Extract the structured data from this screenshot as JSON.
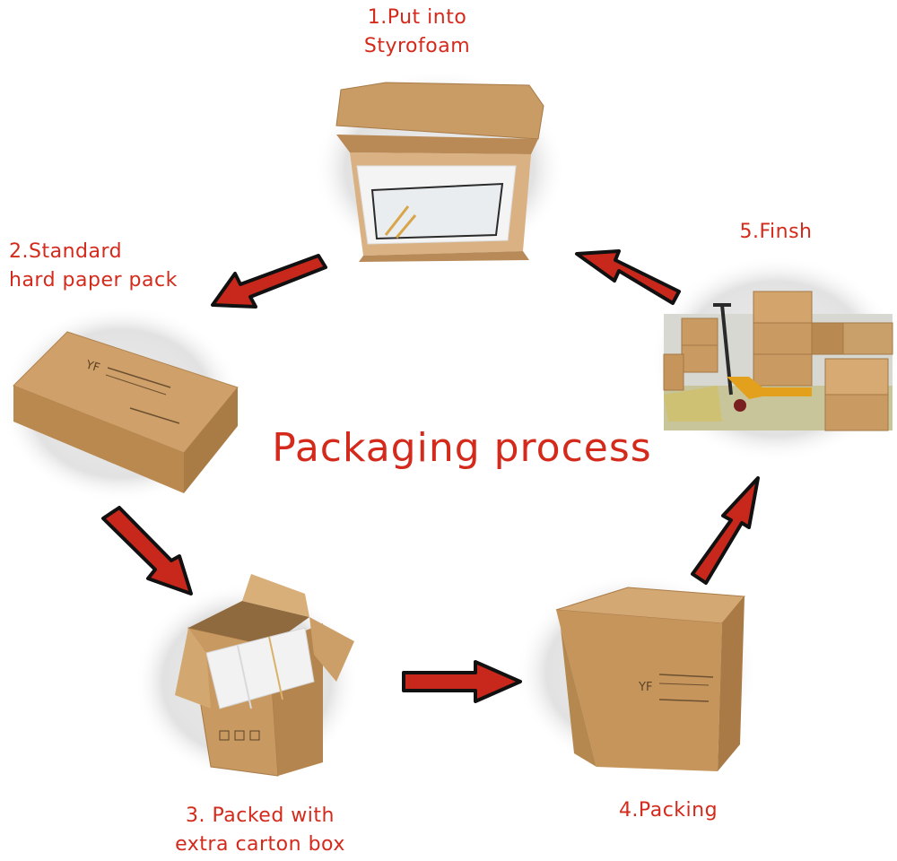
{
  "title": "Packaging process",
  "steps": [
    {
      "line1": "1.Put into",
      "line2": "Styrofoam",
      "photo_icon": "open-box-with-panel-icon"
    },
    {
      "line1": "2.Standard",
      "line2": "hard paper pack",
      "photo_icon": "flat-kraft-box-icon"
    },
    {
      "line1": "3. Packed with",
      "line2": "extra carton box",
      "photo_icon": "open-carton-icon"
    },
    {
      "line1": "4.Packing",
      "line2": "",
      "photo_icon": "sealed-carton-icon"
    },
    {
      "line1": "5.Finsh",
      "line2": "",
      "photo_icon": "warehouse-pallet-icon"
    }
  ],
  "colors": {
    "text": "#d42a1c",
    "arrow": "#c8281c",
    "arrow_outline": "#111111",
    "kraft": "#c89a63"
  }
}
